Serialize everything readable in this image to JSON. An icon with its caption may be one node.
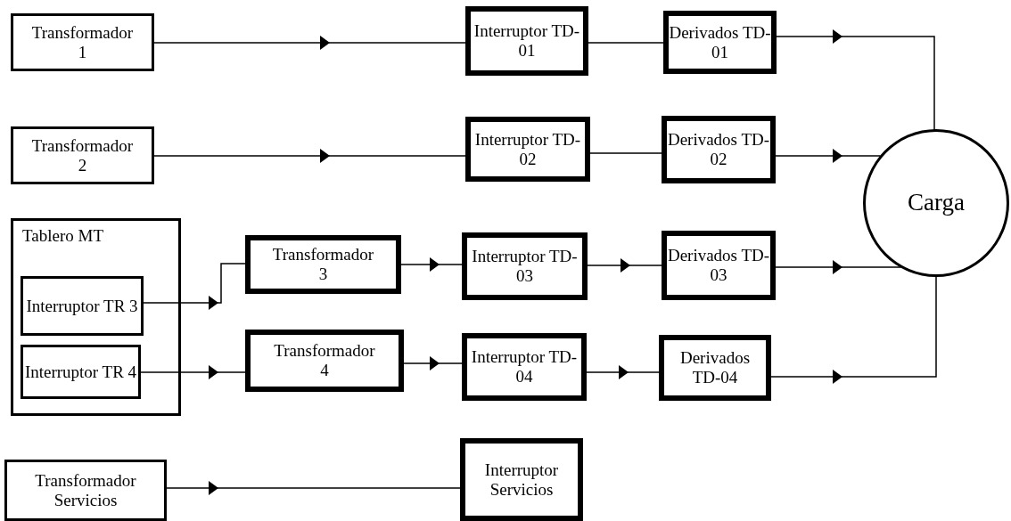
{
  "diagram": {
    "nodes": [
      {
        "text": [
          "Transformador 1"
        ]
      },
      {
        "text": [
          "Interruptor TD-01"
        ]
      },
      {
        "text": [
          "Derivados TD-01"
        ]
      },
      {
        "text": [
          "Transformador 2"
        ]
      },
      {
        "text": [
          "Interruptor TD-02"
        ]
      },
      {
        "text": [
          "Derivados TD-02"
        ]
      },
      {
        "text": [
          "Carga"
        ]
      },
      {
        "text": [
          "Tablero MT"
        ]
      },
      {
        "text": [
          "Interruptor TR 3"
        ],
        "in": 7
      },
      {
        "text": [
          "Interruptor TR 4"
        ],
        "in": 7
      },
      {
        "text": [
          "Transformador 3"
        ]
      },
      {
        "text": [
          "Interruptor TD-03"
        ]
      },
      {
        "text": [
          "Derivados TD-03"
        ]
      },
      {
        "text": [
          "Transformador 4"
        ]
      },
      {
        "text": [
          "Interruptor TD-04"
        ]
      },
      {
        "text": [
          "Derivados TD-04"
        ]
      },
      {
        "text": [
          "Transformador Servicios"
        ]
      },
      {
        "text": [
          "Interruptor Servicios"
        ]
      }
    ],
    "edges": [
      {
        "from": 0,
        "to": 1,
        "arrow": "to"
      },
      {
        "from": 1,
        "to": 2,
        "arrow": "none"
      },
      {
        "from": 2,
        "to": 6,
        "arrow": "to"
      },
      {
        "from": 3,
        "to": 4,
        "arrow": "to"
      },
      {
        "from": 4,
        "to": 5,
        "arrow": "none"
      },
      {
        "from": 5,
        "to": 6,
        "arrow": "to"
      },
      {
        "from": 8,
        "to": 10,
        "arrow": "to"
      },
      {
        "from": 10,
        "to": 11,
        "arrow": "to"
      },
      {
        "from": 11,
        "to": 12,
        "arrow": "to"
      },
      {
        "from": 12,
        "to": 6,
        "arrow": "to"
      },
      {
        "from": 9,
        "to": 13,
        "arrow": "to"
      },
      {
        "from": 13,
        "to": 14,
        "arrow": "to"
      },
      {
        "from": 14,
        "to": 15,
        "arrow": "to"
      },
      {
        "from": 15,
        "to": 6,
        "arrow": "to"
      },
      {
        "from": 16,
        "to": 17,
        "arrow": "to"
      }
    ]
  }
}
